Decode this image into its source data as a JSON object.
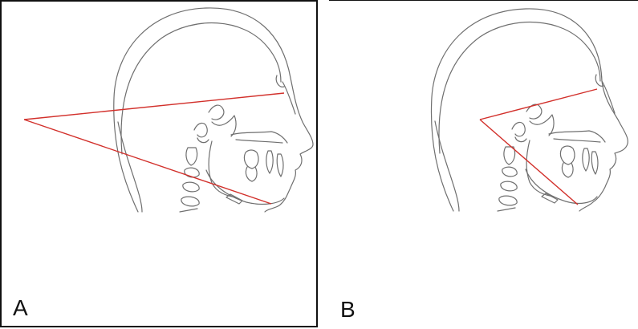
{
  "panels": [
    {
      "id": "A",
      "label": "A",
      "line_color": "#d2302b"
    },
    {
      "id": "B",
      "label": "B",
      "line_color": "#d2302b"
    }
  ],
  "outline_color": "#6f6f6f",
  "border_color": "#111111"
}
